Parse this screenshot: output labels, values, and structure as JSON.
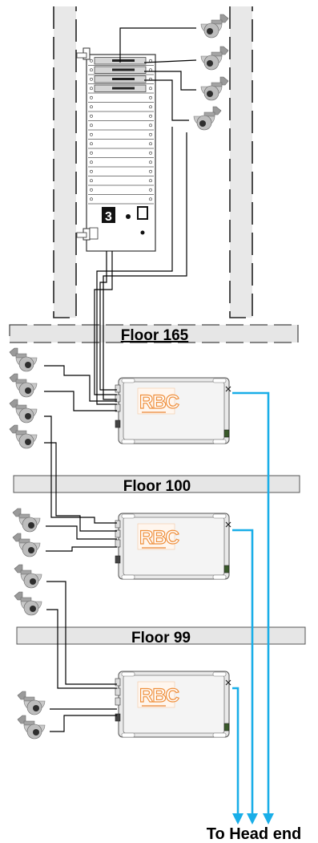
{
  "floors": {
    "f165": "Floor 165",
    "f100": "Floor 100",
    "f99": "Floor 99"
  },
  "footer_label": "To Head end",
  "rack": {
    "display_digit": "3"
  },
  "transceiver_brand": "RBC",
  "colors": {
    "fiber": "#19aee8",
    "floor_slab": "#e6e6e6",
    "device_body": "#f2f2f2",
    "brand_orange": "#ef8f3c"
  }
}
